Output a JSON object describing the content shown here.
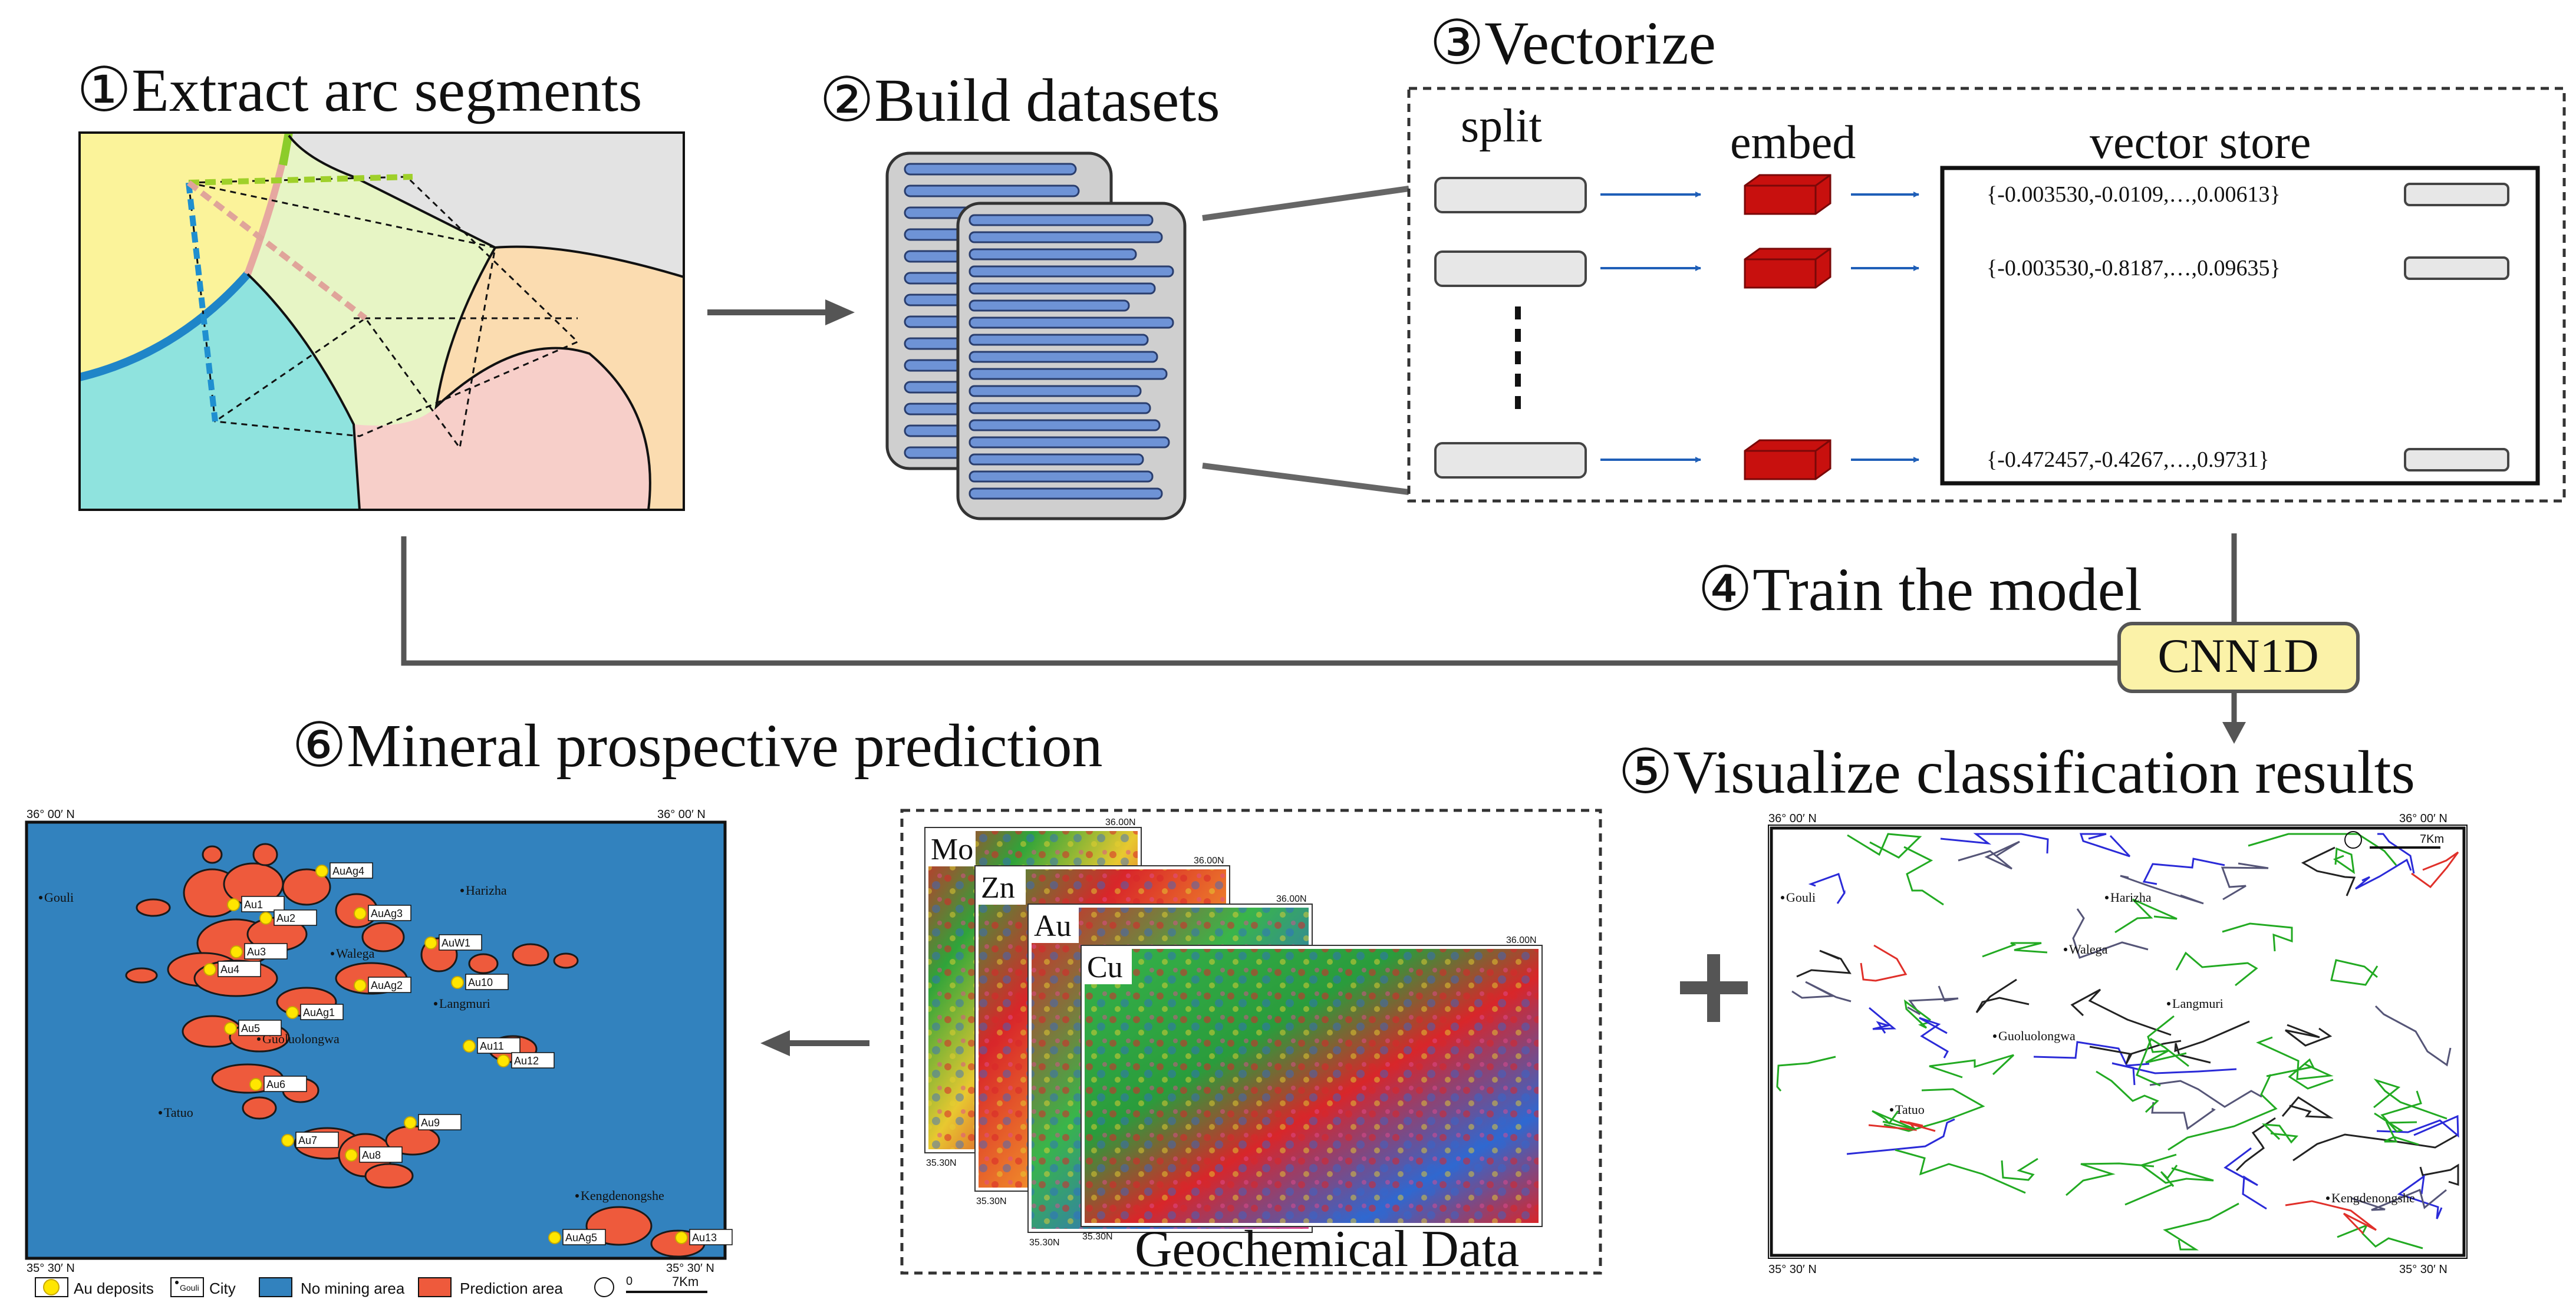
{
  "steps": {
    "s1": "①Extract arc segments",
    "s2": "②Build datasets",
    "s3": "③Vectorize",
    "s4": "④Train the model",
    "s5": "⑤Visualize  classification results",
    "s6": "⑥Mineral  prospective prediction"
  },
  "vectorize": {
    "split": "split",
    "embed": "embed",
    "store": "vector  store",
    "vectors": [
      "{-0.003530,-0.0109,…,0.00613}",
      "{-0.003530,-0.8187,…,0.09635}",
      "{-0.472457,-0.4267,…,0.9731}"
    ]
  },
  "model": "CNN1D",
  "geochem": {
    "caption": "Geochemical Data",
    "elements": [
      "Mo",
      "Zn",
      "Au",
      "Cu"
    ],
    "tick_top": "36.00N",
    "tick_bottom": "35.30N"
  },
  "classmap": {
    "places": [
      "Gouli",
      "Harizha",
      "Walega",
      "Langmuri",
      "Guoluolongwa",
      "Tatuo",
      "Kengdenongshe"
    ],
    "corner_tl": "36° 00′ N",
    "corner_bl": "35° 30′ N",
    "scale": "7Km"
  },
  "predmap": {
    "places": [
      "Gouli",
      "Harizha",
      "Walega",
      "Langmuri",
      "Guoluolongwa",
      "Tatuo",
      "Kengdenongshe"
    ],
    "deposits": [
      "AuAg4",
      "Au1",
      "Au2",
      "AuAg3",
      "AuW1",
      "Au3",
      "Au4",
      "AuAg2",
      "AuAg1",
      "Au10",
      "Au5",
      "Au11",
      "Au12",
      "Au6",
      "Au9",
      "Au7",
      "Au8",
      "AuAg5",
      "Au13"
    ],
    "corner_tl": "36° 00′ N",
    "corner_bl": "35° 30′ N",
    "legend": [
      "Au deposits",
      "City",
      "No mining area",
      "Prediction area"
    ],
    "legend_city_tag": "Gouli",
    "scale_zero": "0",
    "scale": "7Km"
  },
  "colors": {
    "map_blue": "#3282be",
    "prediction_red": "#ee5a3c",
    "embed_red": "#c8100e",
    "model_box": "#fbf2a8",
    "record_blue": "#6e93d6"
  }
}
